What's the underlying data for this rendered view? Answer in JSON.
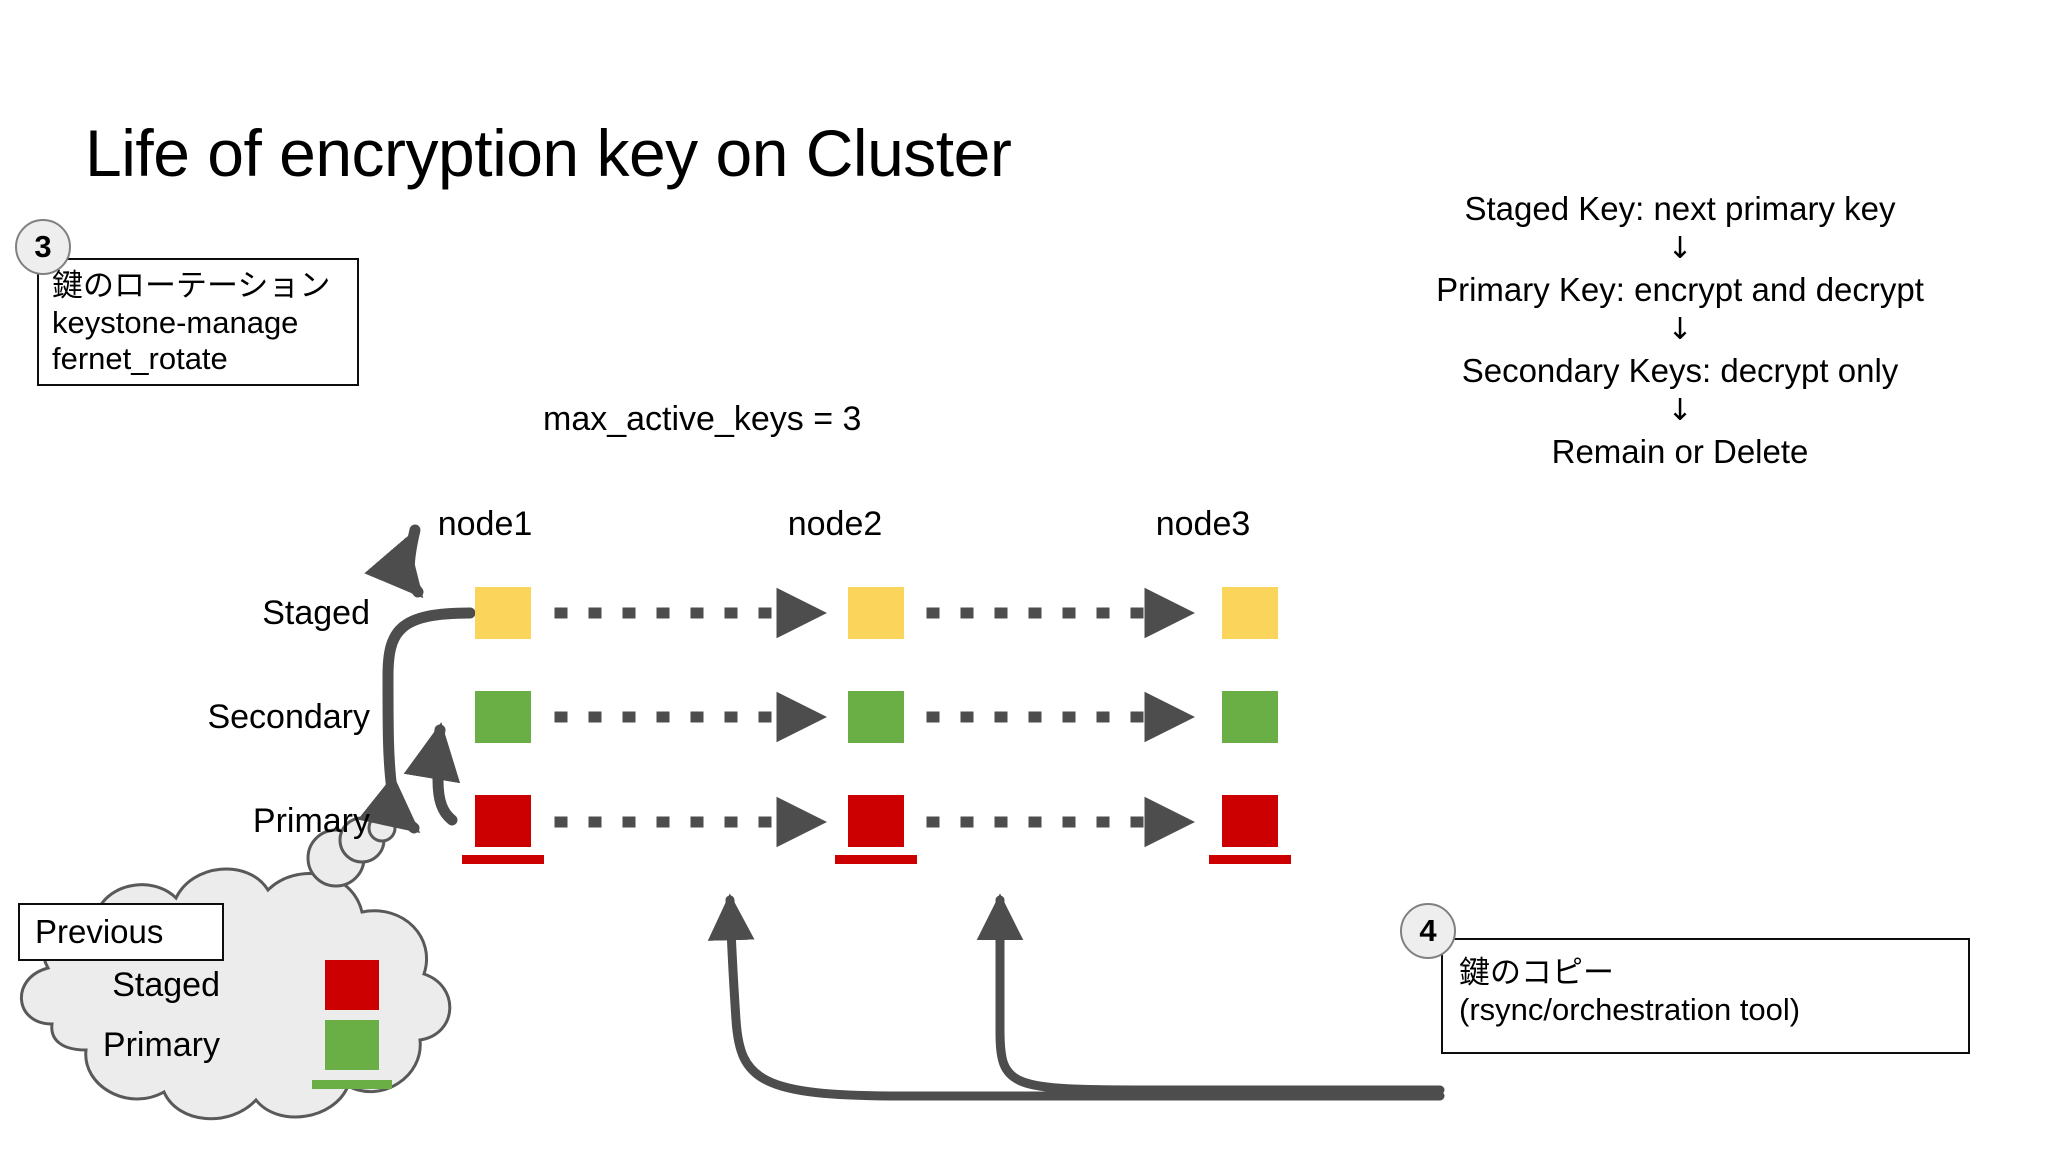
{
  "title": "Life of encryption key on Cluster",
  "legend": {
    "arrow_glyph": "↓",
    "lines": [
      "Staged Key: next primary key",
      "Primary Key: encrypt and decrypt",
      "Secondary Keys: decrypt only",
      "Remain or Delete"
    ]
  },
  "callouts": [
    {
      "badge": "3",
      "lines": [
        "鍵のローテーション",
        "keystone-manage",
        "fernet_rotate"
      ]
    },
    {
      "badge": "4",
      "lines": [
        "鍵のコピー",
        "(rsync/orchestration tool)"
      ]
    }
  ],
  "config": {
    "max_active_keys_label": "max_active_keys = 3"
  },
  "cluster": {
    "nodes": [
      "node1",
      "node2",
      "node3"
    ],
    "rows": [
      {
        "label": "Staged",
        "color": "#FBD45C",
        "underline": null
      },
      {
        "label": "Secondary",
        "color": "#6AAF46",
        "underline": null
      },
      {
        "label": "Primary",
        "color": "#CC0000",
        "underline": "#CC0000"
      }
    ]
  },
  "previous": {
    "title": "Previous",
    "rows": [
      {
        "label": "Staged",
        "color": "#CC0000",
        "underline": null
      },
      {
        "label": "Primary",
        "color": "#6AAF46",
        "underline": "#6AAF46"
      }
    ]
  },
  "colors": {
    "staged": "#FBD45C",
    "secondary": "#6AAF46",
    "primary": "#CC0000",
    "arrow": "#4D4D4D",
    "cloud_fill": "#ECECEC",
    "cloud_stroke": "#595959",
    "box_border": "#0D0D0D",
    "badge_fill": "#EEEEEE",
    "badge_border": "#808080"
  }
}
